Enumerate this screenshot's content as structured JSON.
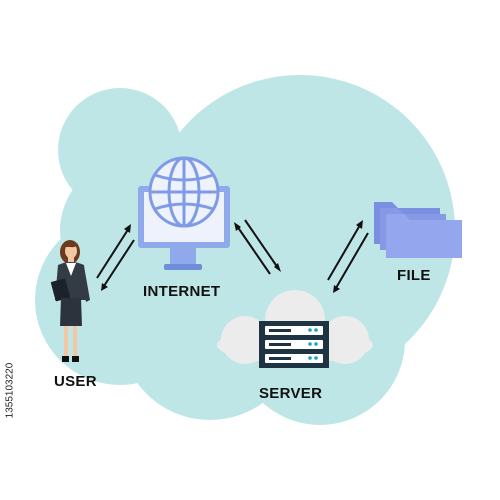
{
  "labels": {
    "user": "USER",
    "internet": "INTERNET",
    "server": "SERVER",
    "file": "FILE"
  },
  "side_id": "1355103220",
  "colors": {
    "blob": "#bfe6e6",
    "monitor_blue": "#8fa9ea",
    "monitor_light": "#e9eefc",
    "folder_blue": "#93a6ee",
    "server_dark": "#1e3442",
    "cloud": "#ececec",
    "arrow": "#111111"
  },
  "icons": [
    "person-icon",
    "globe-monitor-icon",
    "server-cloud-icon",
    "folder-icon",
    "bidirectional-arrow-icon"
  ]
}
